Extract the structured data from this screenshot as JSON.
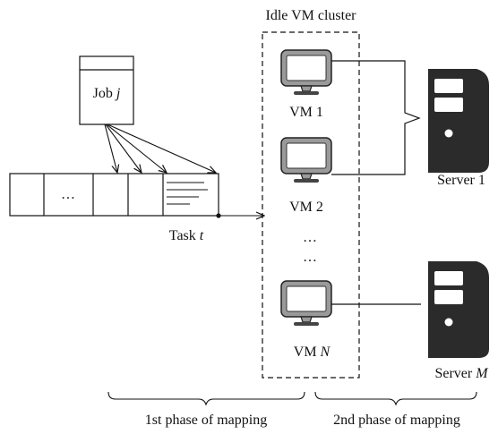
{
  "cluster_label": "Idle VM cluster",
  "job": {
    "prefix": "Job ",
    "var": "j"
  },
  "queue": {
    "ellipsis": "…"
  },
  "task": {
    "prefix": "Task ",
    "var": "t"
  },
  "vms": [
    {
      "text": "VM 1",
      "var": ""
    },
    {
      "text": "VM 2",
      "var": ""
    },
    {
      "text": "VM ",
      "var": "N"
    }
  ],
  "vm_ellipsis": [
    "…",
    "…"
  ],
  "servers": [
    {
      "text": "Server 1",
      "var": ""
    },
    {
      "text": "Server ",
      "var": "M"
    }
  ],
  "phases": [
    "1st phase of mapping",
    "2nd phase of mapping"
  ],
  "colors": {
    "monitor_gray": "#9a9a9a",
    "server_dark": "#2b2b2b",
    "line": "#111111"
  }
}
